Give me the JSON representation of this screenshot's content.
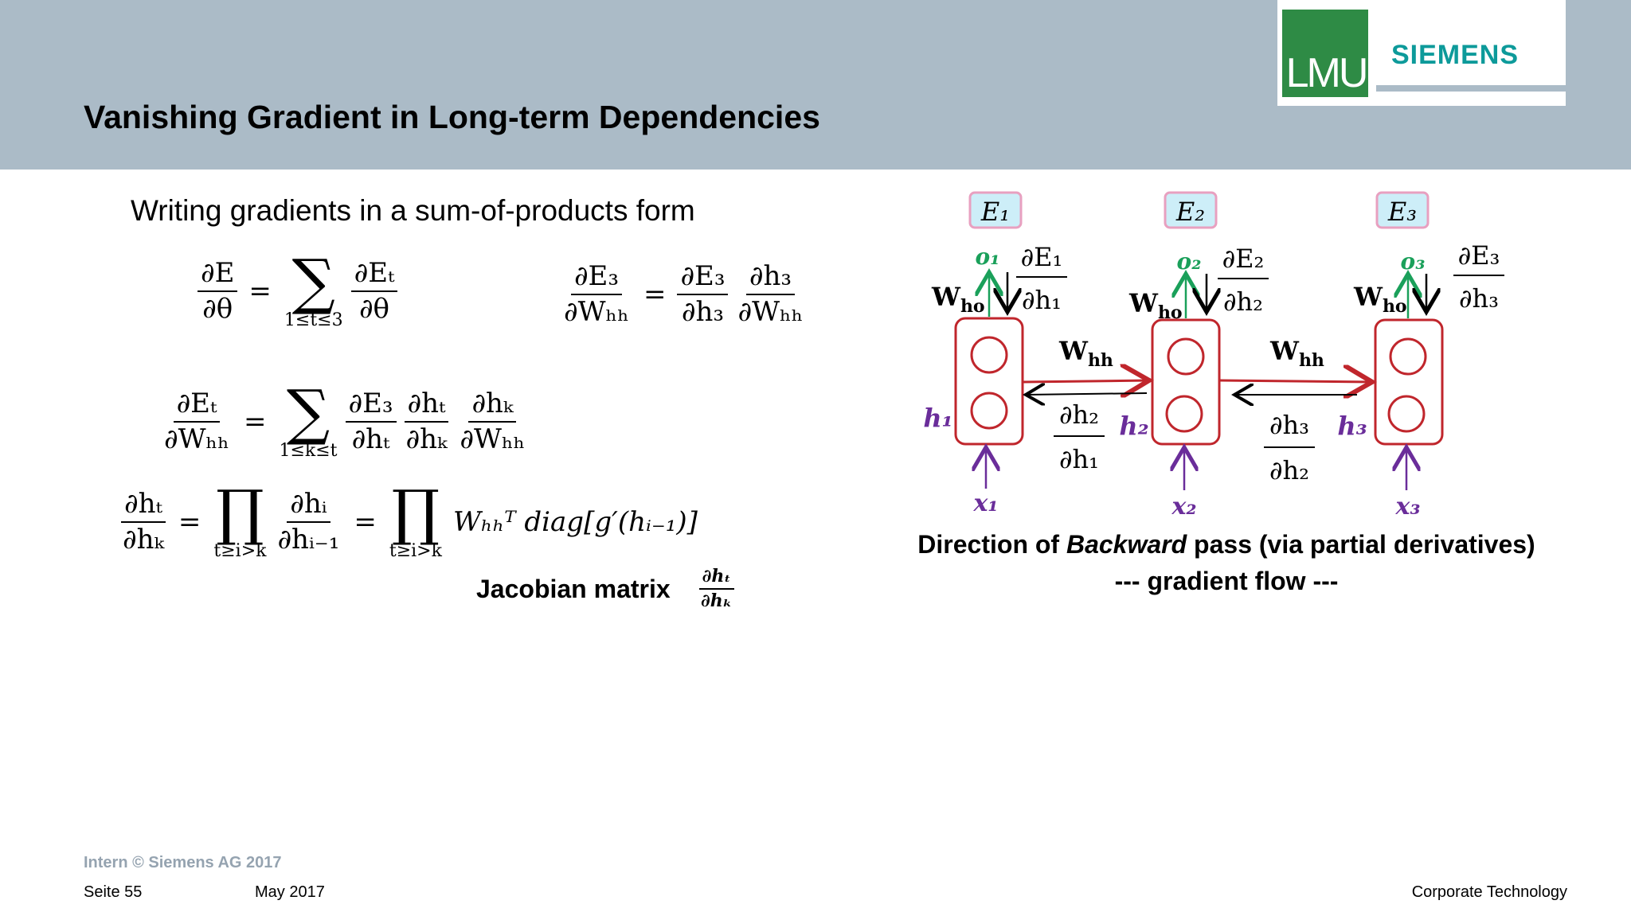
{
  "header": {
    "title": "Vanishing Gradient in Long-term Dependencies",
    "logo_lmu": "LMU",
    "logo_siemens": "SIEMENS"
  },
  "left": {
    "subtitle": "Writing gradients in a sum-of-products form",
    "eq1": {
      "lhs_num": "∂E",
      "lhs_den": "∂θ",
      "sum_limits": "1≤t≤3",
      "rhs_num": "∂Eₜ",
      "rhs_den": "∂θ"
    },
    "eq2": {
      "lhs_num": "∂E₃",
      "lhs_den": "∂Wₕₕ",
      "f1_num": "∂E₃",
      "f1_den": "∂h₃",
      "f2_num": "∂h₃",
      "f2_den": "∂Wₕₕ"
    },
    "eq3": {
      "lhs_num": "∂Eₜ",
      "lhs_den": "∂Wₕₕ",
      "sum_limits": "1≤k≤t",
      "f1_num": "∂E₃",
      "f1_den": "∂hₜ",
      "f2_num": "∂hₜ",
      "f2_den": "∂hₖ",
      "f3_num": "∂hₖ",
      "f3_den": "∂Wₕₕ"
    },
    "eq4": {
      "lhs_num": "∂hₜ",
      "lhs_den": "∂hₖ",
      "prod_limits": "t≥i>k",
      "f_num": "∂hᵢ",
      "f_den": "∂hᵢ₋₁",
      "rhs": "Wₕₕᵀ diag[g′(hᵢ₋₁)]"
    },
    "jacobian_label": "Jacobian matrix",
    "jacobian_num": "∂hₜ",
    "jacobian_den": "∂hₖ"
  },
  "diagram": {
    "errors": [
      "E₁",
      "E₂",
      "E₃"
    ],
    "outputs": [
      "o₁",
      "o₂",
      "o₃"
    ],
    "hidden": [
      "h₁",
      "h₂",
      "h₃"
    ],
    "inputs": [
      "x₁",
      "x₂",
      "x₃"
    ],
    "w_ho": "W",
    "w_ho_sub": "ho",
    "w_hh": "W",
    "w_hh_sub": "hh",
    "out_grads": [
      {
        "num": "∂E₁",
        "den": "∂h₁"
      },
      {
        "num": "∂E₂",
        "den": "∂h₂"
      },
      {
        "num": "∂E₃",
        "den": "∂h₃"
      }
    ],
    "hidden_grads": [
      {
        "num": "∂h₂",
        "den": "∂h₁"
      },
      {
        "num": "∂h₃",
        "den": "∂h₂"
      }
    ],
    "caption_pre": "Direction of ",
    "caption_em": "Backward",
    "caption_post": " pass (via partial derivatives)",
    "caption_line2": "--- gradient flow ---"
  },
  "footer": {
    "copyright": "Intern © Siemens AG 2017",
    "page": "Seite 55",
    "date": "May 2017",
    "department": "Corporate Technology"
  },
  "colors": {
    "header_bg": "#abbbc7",
    "lmu_green": "#2e8b45",
    "siemens_teal": "#0d9a9a",
    "red": "#c0262c",
    "green": "#1aa05a",
    "purple": "#6a2d9a",
    "error_box": "#cdeef8",
    "error_border": "#e8a0c0"
  }
}
